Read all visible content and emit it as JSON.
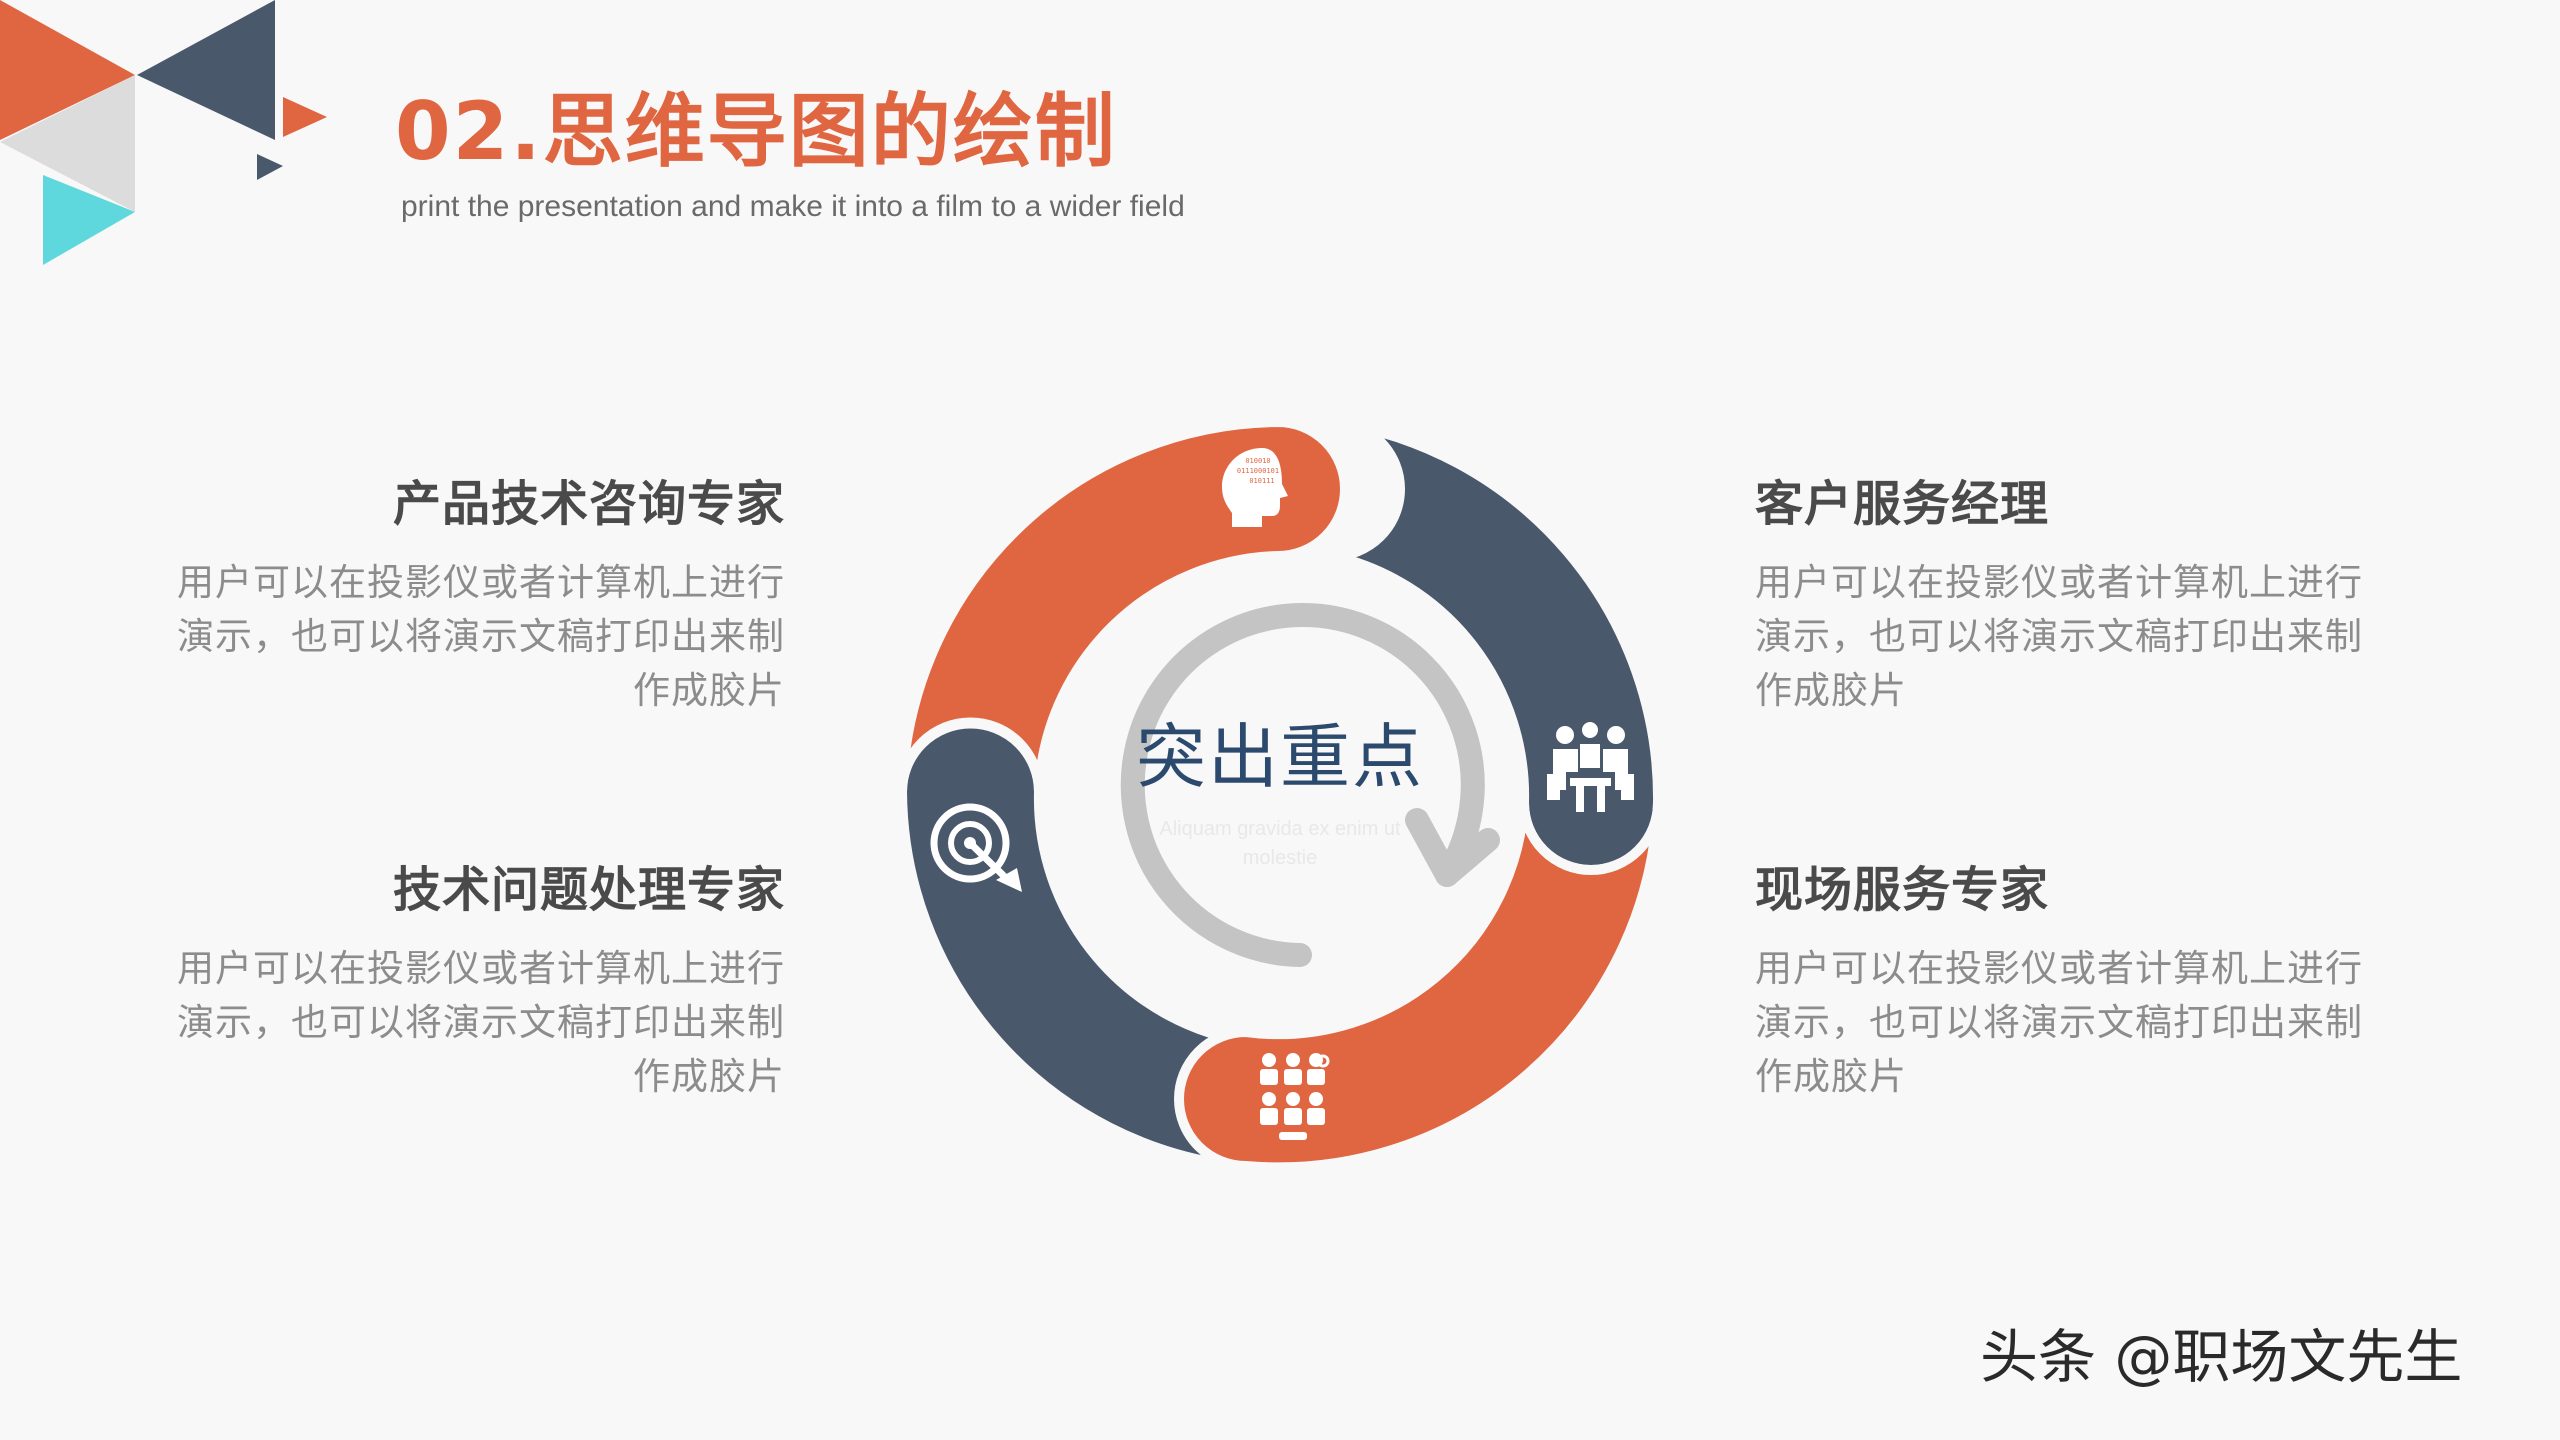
{
  "header": {
    "title": "02.思维导图的绘制",
    "subtitle": "print the presentation and make it into a film to a wider field"
  },
  "cycle": {
    "center_title": "突出重点",
    "center_subtitle": "Aliquam gravida ex enim ut molestie",
    "brain_icon_text": [
      "010010",
      "0111000101",
      "010111"
    ],
    "segments": [
      {
        "name": "top-left",
        "color": "#e06642",
        "icon": "brain-head-icon"
      },
      {
        "name": "top-right",
        "color": "#4a586c",
        "icon": "team-meeting-icon"
      },
      {
        "name": "bottom-right",
        "color": "#e06642",
        "icon": "group-people-icon"
      },
      {
        "name": "bottom-left",
        "color": "#4a586c",
        "icon": "target-icon"
      }
    ]
  },
  "blocks": [
    {
      "heading": "产品技术咨询专家",
      "lines": [
        "用户可以在投影仪或者计算机上进行",
        "演示，也可以将演示文稿打印出来制",
        "作成胶片"
      ]
    },
    {
      "heading": "客户服务经理",
      "lines": [
        "用户可以在投影仪或者计算机上进行",
        "演示，也可以将演示文稿打印出来制",
        "作成胶片"
      ]
    },
    {
      "heading": "技术问题处理专家",
      "lines": [
        "用户可以在投影仪或者计算机上进行",
        "演示，也可以将演示文稿打印出来制",
        "作成胶片"
      ]
    },
    {
      "heading": "现场服务专家",
      "lines": [
        "用户可以在投影仪或者计算机上进行",
        "演示，也可以将演示文稿打印出来制",
        "作成胶片"
      ]
    }
  ],
  "watermark": "头条 @职场文先生",
  "colors": {
    "accent_orange": "#e06642",
    "accent_slate": "#4a586c",
    "accent_cyan": "#5ed8dc",
    "light_gray": "#dcdcdc"
  }
}
